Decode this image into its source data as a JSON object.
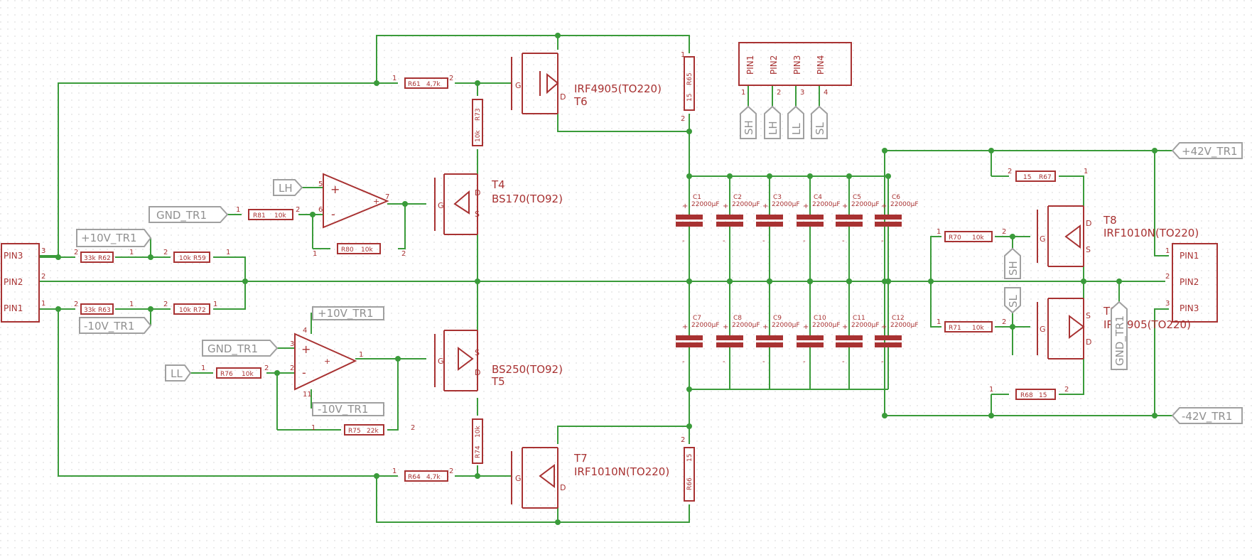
{
  "parts": {
    "R61": {
      "name": "R61",
      "value": "4,7k"
    },
    "R64": {
      "name": "R64",
      "value": "4,7k"
    },
    "R65": {
      "name": "R65",
      "value": "15"
    },
    "R66": {
      "name": "R66",
      "value": "15"
    },
    "R73": {
      "name": "R73",
      "value": "10k"
    },
    "R74": {
      "name": "R74",
      "value": "10k"
    },
    "R81": {
      "name": "R81",
      "value": "10k"
    },
    "R80": {
      "name": "R80",
      "value": "10k"
    },
    "R76": {
      "name": "R76",
      "value": "10k"
    },
    "R75": {
      "name": "R75",
      "value": "22k"
    },
    "R62": {
      "name": "R62",
      "value": "33k"
    },
    "R63": {
      "name": "R63",
      "value": "33k"
    },
    "R59": {
      "name": "R59",
      "value": "10k"
    },
    "R72": {
      "name": "R72",
      "value": "10k"
    },
    "R67": {
      "name": "R67",
      "value": "15"
    },
    "R68": {
      "name": "R68",
      "value": "15"
    },
    "R70": {
      "name": "R70",
      "value": "10k"
    },
    "R71": {
      "name": "R71",
      "value": "10k"
    }
  },
  "transistors": {
    "T6": {
      "name": "T6",
      "type": "IRF4905(TO220)"
    },
    "T7": {
      "name": "T7",
      "type": "IRF1010N(TO220)"
    },
    "T4": {
      "name": "T4",
      "type": "BS170(TO92)"
    },
    "T5": {
      "name": "T5",
      "type": "BS250(TO92)"
    },
    "T8": {
      "name": "T8",
      "type": "IRF1010N(TO220)"
    },
    "T9": {
      "name": "T9",
      "type": "IRF4905(TO220)"
    }
  },
  "capacitors": [
    {
      "name": "C1",
      "value": "22000µF"
    },
    {
      "name": "C2",
      "value": "22000µF"
    },
    {
      "name": "C3",
      "value": "22000µF"
    },
    {
      "name": "C4",
      "value": "22000µF"
    },
    {
      "name": "C5",
      "value": "22000µF"
    },
    {
      "name": "C6",
      "value": "22000µF"
    },
    {
      "name": "C7",
      "value": "22000µF"
    },
    {
      "name": "C8",
      "value": "22000µF"
    },
    {
      "name": "C9",
      "value": "22000µF"
    },
    {
      "name": "C10",
      "value": "22000µF"
    },
    {
      "name": "C11",
      "value": "22000µF"
    },
    {
      "name": "C12",
      "value": "22000µF"
    }
  ],
  "connectors": {
    "left": [
      "PIN3",
      "PIN2",
      "PIN1"
    ],
    "right": [
      "PIN1",
      "PIN2",
      "PIN3"
    ],
    "top": [
      "PIN1",
      "PIN2",
      "PIN3",
      "PIN4"
    ]
  },
  "signals": {
    "gnd_tr1_a": "GND_TR1",
    "gnd_tr1_b": "GND_TR1",
    "gnd_tr1_c": "GND_TR1",
    "p10_a": "+10V_TR1",
    "p10_b": "+10V_TR1",
    "m10_a": "-10V_TR1",
    "m10_b": "-10V_TR1",
    "p42": "+42V_TR1",
    "m42": "-42V_TR1",
    "LH": "LH",
    "LL": "LL",
    "SH_top": "SH",
    "LH_top": "LH",
    "LL_top": "LL",
    "SL_top": "SL",
    "SH_right": "SH",
    "SL_right": "SL"
  },
  "pins": {
    "n1": "1",
    "n2": "2",
    "n3": "3",
    "n4": "4",
    "n5": "5",
    "n6": "6",
    "n7": "7",
    "n11": "11",
    "g": "G",
    "d": "D",
    "s": "S",
    "plus": "+",
    "minus": "-"
  },
  "colors": {
    "wire": "#3a9b3a",
    "part": "#a83232",
    "label": "#909090"
  }
}
